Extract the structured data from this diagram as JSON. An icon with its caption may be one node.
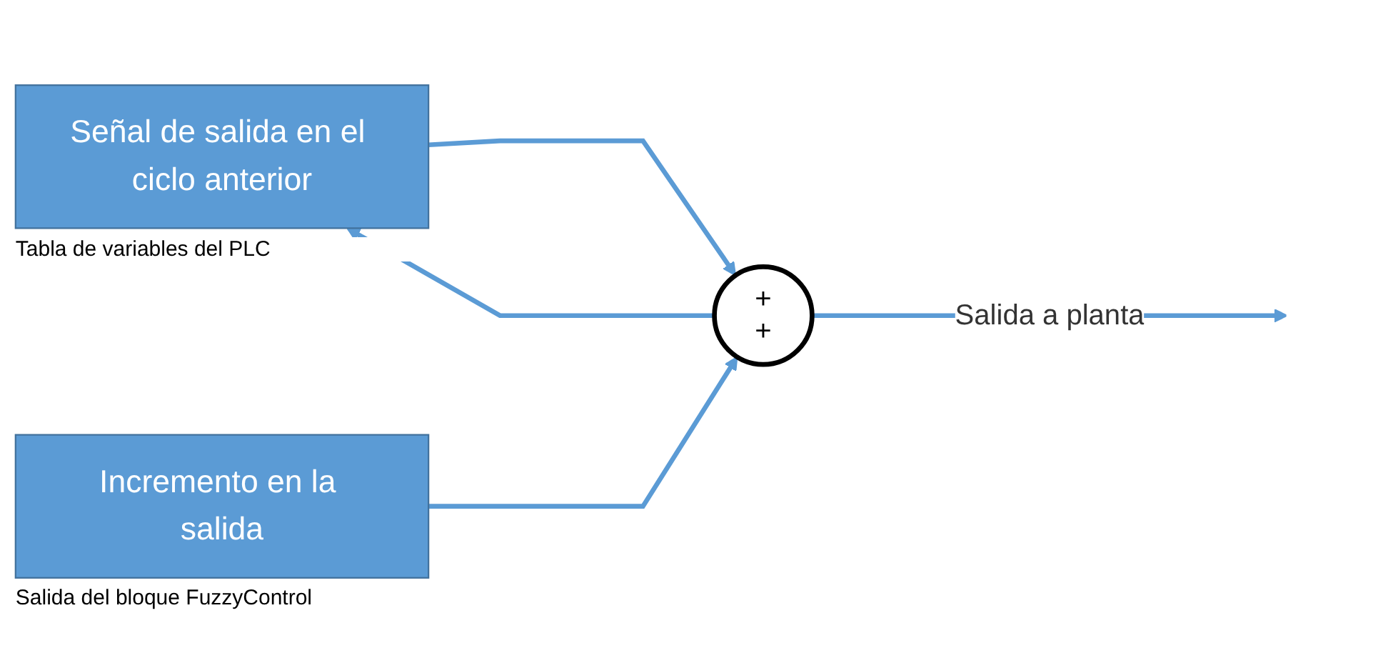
{
  "diagram": {
    "nodes": [
      {
        "text": [
          "Señal de salida en el ciclo anterior"
        ],
        "beside": [
          "Tabla de variables del PLC"
        ]
      },
      {
        "text": [
          "+",
          "+"
        ]
      },
      {
        "text": [
          "Incremento en la salida"
        ],
        "beside": [
          "Salida del bloque FuzzyControl"
        ]
      }
    ],
    "edges": [
      {
        "from": 0,
        "to": 1,
        "arrow": "to"
      },
      {
        "from": 2,
        "to": 1,
        "arrow": "to"
      },
      {
        "from": 1,
        "to": null,
        "arrow": "to",
        "label": "Salida a planta"
      },
      {
        "from": 1,
        "to": 0,
        "arrow": "to"
      }
    ]
  }
}
